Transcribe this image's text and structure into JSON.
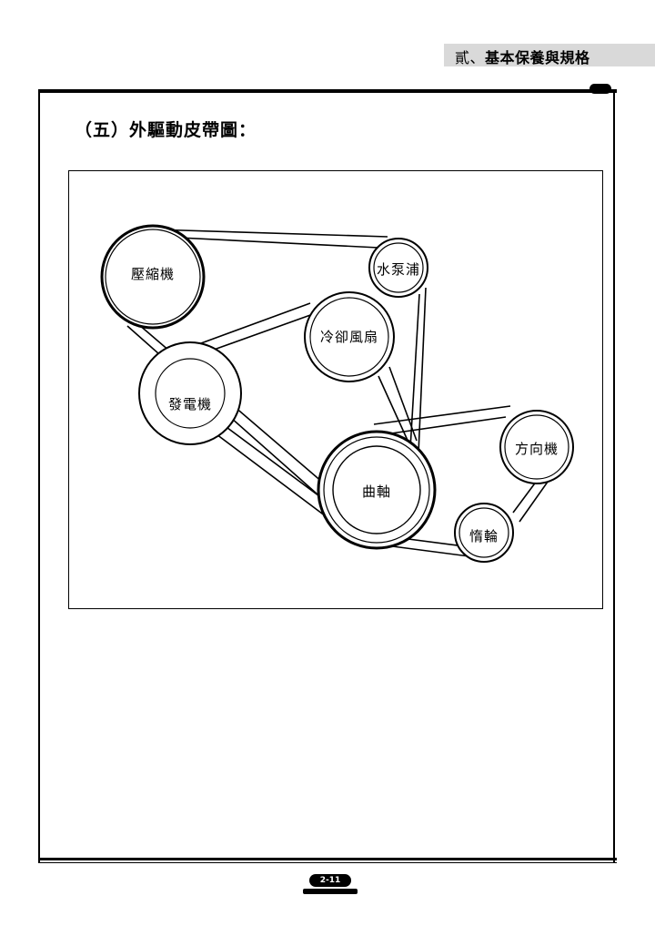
{
  "header": {
    "chapter_prefix": "貳、",
    "chapter_title": "基本保養與規格"
  },
  "section": {
    "title": "（五）外驅動皮帶圖："
  },
  "diagram": {
    "pulleys": {
      "compressor": "壓縮機",
      "water_pump": "水泵浦",
      "cooling_fan": "冷卻風扇",
      "alternator": "發電機",
      "crankshaft": "曲軸",
      "power_steering": "方向機",
      "idler": "惰輪"
    }
  },
  "footer": {
    "page_number": "2-11"
  }
}
